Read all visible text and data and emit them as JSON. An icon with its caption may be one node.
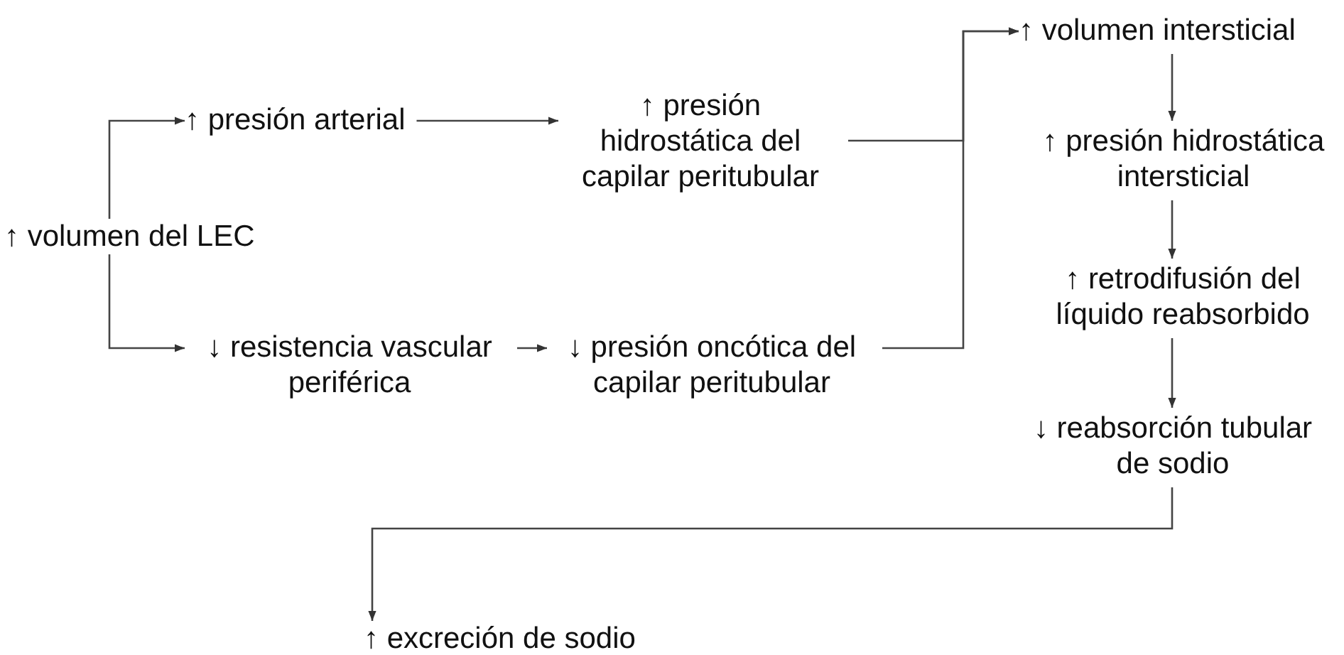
{
  "diagram": {
    "nodes": [
      {
        "text": [
          "↑ volumen del LEC"
        ]
      },
      {
        "text": [
          "↑ presión arterial"
        ]
      },
      {
        "text": [
          "↑ presión hidrostática del capilar peritubular"
        ]
      },
      {
        "text": [
          "↓ resistencia vascular periférica"
        ]
      },
      {
        "text": [
          "↓ presión oncótica del capilar peritubular"
        ]
      },
      {
        "text": [
          "↑ volumen intersticial"
        ]
      },
      {
        "text": [
          "↑ presión hidrostática intersticial"
        ]
      },
      {
        "text": [
          "↑ retrodifusión del líquido reabsorbido"
        ]
      },
      {
        "text": [
          "↓ reabsorción tubular de sodio"
        ]
      },
      {
        "text": [
          "↑ excreción de sodio"
        ]
      }
    ],
    "edges": [
      {
        "from": 0,
        "to": 1,
        "arrow": "to"
      },
      {
        "from": 0,
        "to": 3,
        "arrow": "to"
      },
      {
        "from": 1,
        "to": 2,
        "arrow": "to"
      },
      {
        "from": 3,
        "to": 4,
        "arrow": "to"
      },
      {
        "from": 2,
        "to": 5,
        "arrow": "to"
      },
      {
        "from": 4,
        "to": 5,
        "arrow": "to"
      },
      {
        "from": 5,
        "to": 6,
        "arrow": "to"
      },
      {
        "from": 6,
        "to": 7,
        "arrow": "to"
      },
      {
        "from": 7,
        "to": 8,
        "arrow": "to"
      },
      {
        "from": 8,
        "to": 9,
        "arrow": "to"
      }
    ]
  }
}
